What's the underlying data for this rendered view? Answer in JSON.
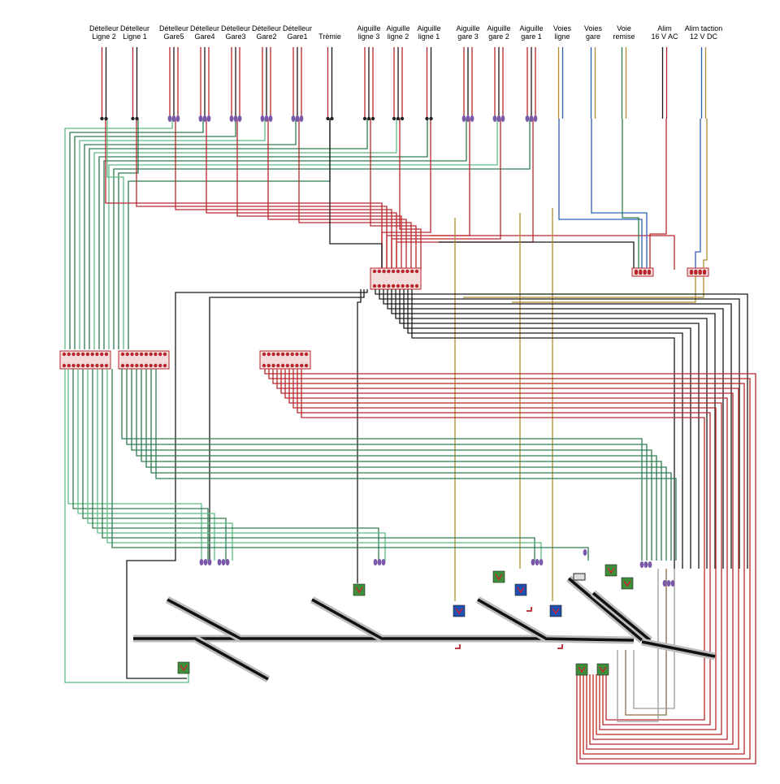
{
  "header_labels": [
    {
      "id": "detelleur-ligne-2",
      "lines": [
        "Dételleur",
        "Ligne 2"
      ]
    },
    {
      "id": "detelleur-ligne-1",
      "lines": [
        "Dételleur",
        "Ligne 1"
      ]
    },
    {
      "id": "detelleur-gare5",
      "lines": [
        "Dételleur",
        "Gare5"
      ]
    },
    {
      "id": "detelleur-gare4",
      "lines": [
        "Dételleur",
        "Gare4"
      ]
    },
    {
      "id": "detelleur-gare3",
      "lines": [
        "Dételleur",
        "Gare3"
      ]
    },
    {
      "id": "detelleur-gare2",
      "lines": [
        "Dételleur",
        "Gare2"
      ]
    },
    {
      "id": "detelleur-gare1",
      "lines": [
        "Dételleur",
        "Gare1"
      ]
    },
    {
      "id": "tremie",
      "lines": [
        "",
        "Trèmie"
      ]
    },
    {
      "id": "aiguille-ligne-3",
      "lines": [
        "Aiguille",
        "ligne 3"
      ]
    },
    {
      "id": "aiguille-ligne-2",
      "lines": [
        "Aiguille",
        "ligne 2"
      ]
    },
    {
      "id": "aiguille-ligne-1",
      "lines": [
        "Aiguille",
        "ligne 1"
      ]
    },
    {
      "id": "aiguille-gare-3",
      "lines": [
        "Aiguille",
        "gare 3"
      ]
    },
    {
      "id": "aiguille-gare-2",
      "lines": [
        "Aiguille",
        "gare 2"
      ]
    },
    {
      "id": "aiguille-gare-1",
      "lines": [
        "Aiguille",
        "gare 1"
      ]
    },
    {
      "id": "voies-ligne",
      "lines": [
        "Voies",
        "ligne"
      ]
    },
    {
      "id": "voies-gare",
      "lines": [
        "Voies",
        "gare"
      ]
    },
    {
      "id": "voie-remise",
      "lines": [
        "Voie",
        "remise"
      ]
    },
    {
      "id": "alim-16v-ac",
      "lines": [
        "Alim",
        "16 V AC"
      ]
    },
    {
      "id": "alim-traction-12v-dc",
      "lines": [
        "Alim taction",
        "12 V DC"
      ]
    }
  ],
  "colors": {
    "red": "#b8262b",
    "black": "#1a1a1a",
    "green": "#2e7d4f",
    "light_green": "#5dbb82",
    "olive": "#b08a2e",
    "blue": "#2f5fb3",
    "brown": "#8a6a4a",
    "gray": "#9a9a9a",
    "connector_purple": "#7a5aa8",
    "terminal_fill": "#f3dcdc",
    "switch_motor_green": "#3e8f3a",
    "switch_motor_blue": "#1f4fb0",
    "track_gray": "#bdbdbd",
    "rail_black": "#111111"
  }
}
